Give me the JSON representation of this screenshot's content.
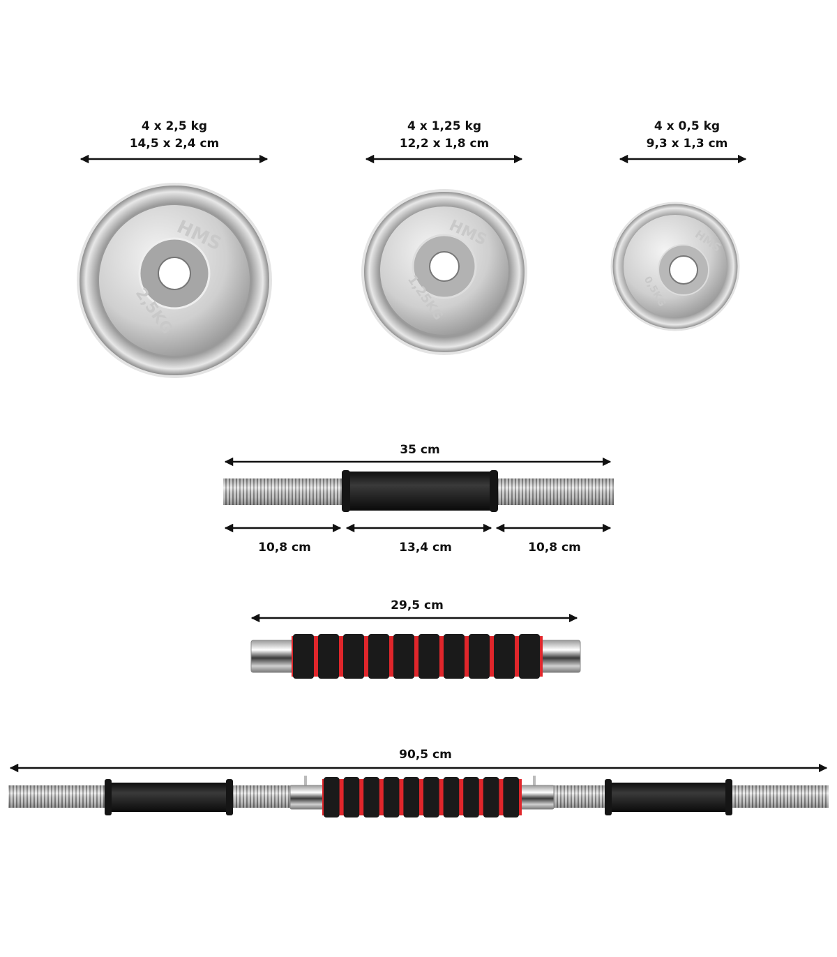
{
  "plates": [
    {
      "quantity": "4 x 2,5 kg",
      "dimensions": "14,5 x 2,4 cm",
      "brand": "HMS",
      "weight_marking": "2,5KG"
    },
    {
      "quantity": "4 x 1,25 kg",
      "dimensions": "12,2 x 1,8 cm",
      "brand": "HMS",
      "weight_marking": "1,25KG"
    },
    {
      "quantity": "4 x 0,5 kg",
      "dimensions": "9,3 x 1,3 cm",
      "brand": "HMS",
      "weight_marking": "0,5KG"
    }
  ],
  "dumbbell_bar": {
    "total_length": "35 cm",
    "left_thread": "10,8 cm",
    "grip": "13,4 cm",
    "right_thread": "10,8 cm"
  },
  "connector": {
    "length": "29,5 cm"
  },
  "barbell": {
    "total_length": "90,5 cm"
  },
  "colors": {
    "foam_black": "#1a1a1a",
    "foam_red": "#e0262b",
    "chrome": "#d8d8d8"
  }
}
